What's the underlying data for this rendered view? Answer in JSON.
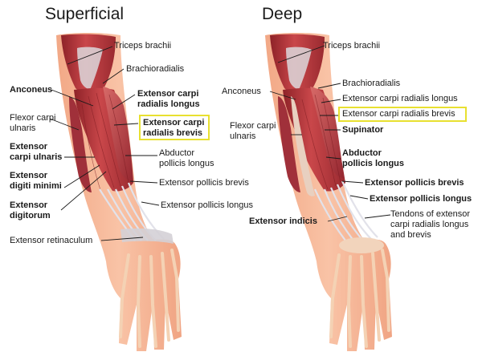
{
  "panels": {
    "superficial": {
      "title": "Superficial",
      "labels": {
        "triceps": "Triceps brachii",
        "brachioradialis": "Brachioradialis",
        "anconeus": "Anconeus",
        "ecrl": "Extensor carpi\nradialis longus",
        "ecrb": "Extensor carpi\nradialis brevis",
        "fcu": "Flexor carpi\nulnaris",
        "ecu": "Extensor\ncarpi ulnaris",
        "apl": "Abductor\npollicis longus",
        "edm": "Extensor\ndigiti minimi",
        "epb": "Extensor pollicis brevis",
        "ed": "Extensor\ndigitorum",
        "epl": "Extensor pollicis longus",
        "retinaculum": "Extensor retinaculum"
      }
    },
    "deep": {
      "title": "Deep",
      "labels": {
        "triceps": "Triceps brachii",
        "anconeus": "Anconeus",
        "brachioradialis": "Brachioradialis",
        "ecrl": "Extensor carpi radialis longus",
        "ecrb": "Extensor carpi radialis brevis",
        "fcu": "Flexor carpi\nulnaris",
        "supinator": "Supinator",
        "apl": "Abductor\npollicis longus",
        "epb": "Extensor pollicis brevis",
        "epl": "Extensor pollicis longus",
        "ei": "Extensor indicis",
        "tendons": "Tendons of extensor\ncarpi radialis longus\nand brevis"
      }
    }
  },
  "colors": {
    "muscle": "#b3383d",
    "muscle_dark": "#8e2228",
    "muscle_light": "#d76a68",
    "skin": "#f6b79a",
    "tendon": "#e4e4ea",
    "bone": "#f7dcc2",
    "highlight": "#e8e030"
  }
}
